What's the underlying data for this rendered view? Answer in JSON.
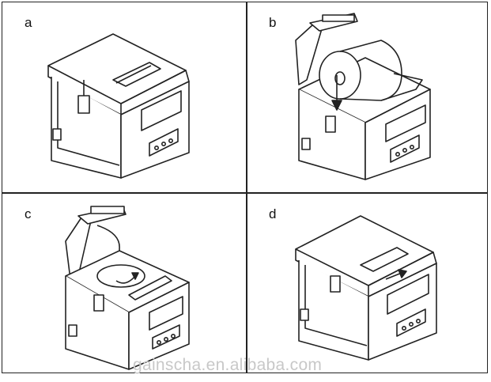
{
  "panels": [
    {
      "label": "a",
      "step": "closed printer, lid latch"
    },
    {
      "label": "b",
      "step": "lid open, insert paper roll"
    },
    {
      "label": "c",
      "step": "roll seated, feed paper"
    },
    {
      "label": "d",
      "step": "lid closed, paper out"
    }
  ],
  "watermark": "gainscha.en.alibaba.com",
  "colors": {
    "line": "#222222",
    "paper": "#ffffff",
    "shade": "#d9d9d9"
  }
}
